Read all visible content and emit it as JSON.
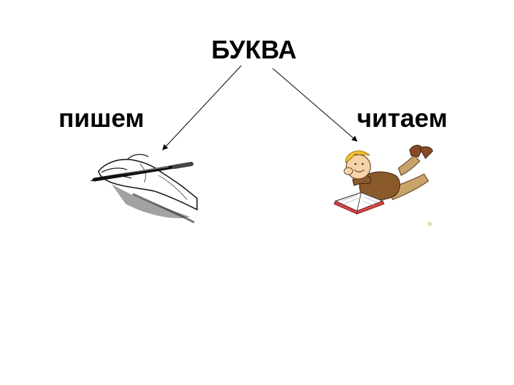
{
  "diagram": {
    "title": "БУКВА",
    "branches": [
      {
        "label": "пишем",
        "picture": "hand-writing-with-pen-icon"
      },
      {
        "label": "читаем",
        "picture": "boy-reading-book-icon"
      }
    ]
  },
  "colors": {
    "text": "#000000",
    "arrow": "#000000",
    "background": "#ffffff"
  }
}
